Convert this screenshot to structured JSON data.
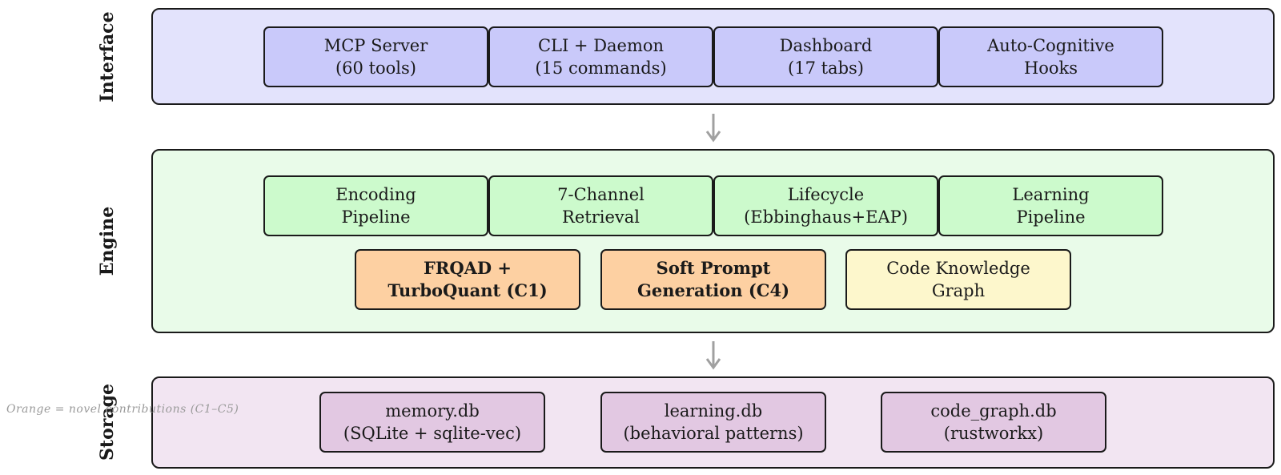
{
  "layers": {
    "interface": {
      "label": "Interface",
      "boxes": [
        {
          "line1": "MCP Server",
          "line2": "(60 tools)"
        },
        {
          "line1": "CLI + Daemon",
          "line2": "(15 commands)"
        },
        {
          "line1": "Dashboard",
          "line2": "(17 tabs)"
        },
        {
          "line1": "Auto-Cognitive",
          "line2": "Hooks"
        }
      ]
    },
    "engine": {
      "label": "Engine",
      "boxes": [
        {
          "line1": "Encoding",
          "line2": "Pipeline"
        },
        {
          "line1": "7-Channel",
          "line2": "Retrieval"
        },
        {
          "line1": "Lifecycle",
          "line2": "(Ebbinghaus+EAP)"
        },
        {
          "line1": "Learning",
          "line2": "Pipeline"
        }
      ],
      "contributions": [
        {
          "line1": "FRQAD +",
          "line2": "TurboQuant (C1)"
        },
        {
          "line1": "Soft Prompt",
          "line2": "Generation (C4)"
        }
      ],
      "other": {
        "line1": "Code Knowledge",
        "line2": "Graph"
      }
    },
    "storage": {
      "label": "Storage",
      "boxes": [
        {
          "line1": "memory.db",
          "line2": "(SQLite + sqlite-vec)"
        },
        {
          "line1": "learning.db",
          "line2": "(behavioral patterns)"
        },
        {
          "line1": "code_graph.db",
          "line2": "(rustworkx)"
        }
      ]
    }
  },
  "legend_note": "Orange = novel contributions (C1–C5)",
  "colors": {
    "interface_bg": "#e3e3fc",
    "interface_box": "#c9c9fa",
    "engine_bg": "#e9fbe9",
    "engine_box": "#ccfacc",
    "contribution_box": "#fdd0a2",
    "other_box": "#fdf7cc",
    "storage_bg": "#f2e5f2",
    "storage_box": "#e2c8e2",
    "arrow": "#a0a0a0"
  }
}
